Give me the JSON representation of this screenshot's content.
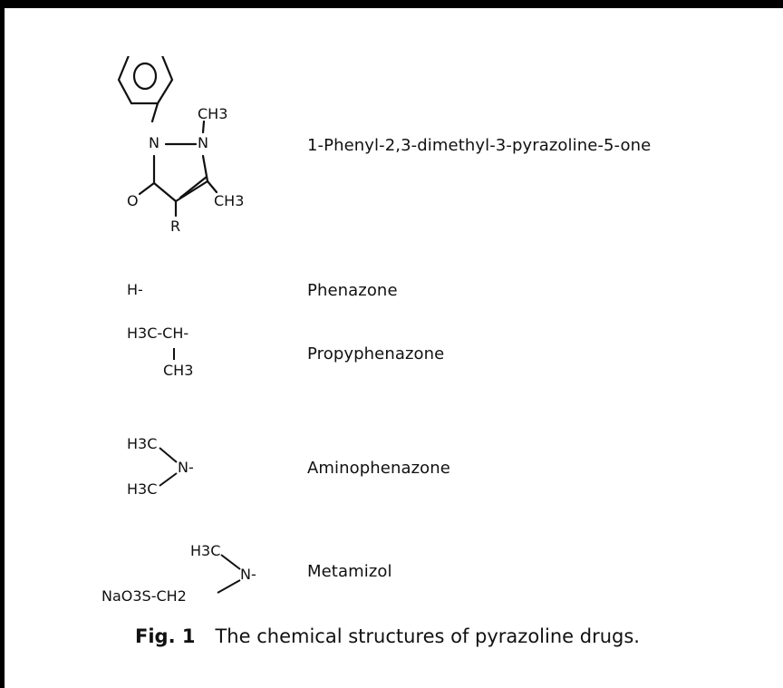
{
  "core": {
    "labels": {
      "n1": "N",
      "n2": "N",
      "ch3_top": "CH3",
      "ch3_right": "CH3",
      "o": "O",
      "r": "R"
    },
    "name": "1-Phenyl-2,3-dimethyl-3-pyrazoline-5-one"
  },
  "substituents": [
    {
      "formula_lines": [
        "H-"
      ],
      "name": "Phenazone"
    },
    {
      "formula_lines": [
        "H3C-CH-",
        "CH3"
      ],
      "name": "Propyphenazone"
    },
    {
      "formula_lines": [
        "H3C",
        "N-",
        "H3C"
      ],
      "name": "Aminophenazone"
    },
    {
      "formula_lines": [
        "H3C",
        "N-",
        "NaO3S-CH2"
      ],
      "name": "Metamizol"
    }
  ],
  "caption": {
    "fig_label": "Fig. 1",
    "text": "The chemical structures of pyrazoline drugs."
  }
}
